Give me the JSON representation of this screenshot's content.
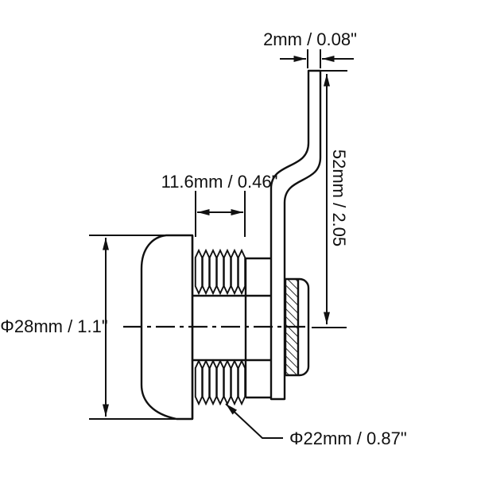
{
  "drawing": {
    "kind": "cam-lock-dimensional-diagram",
    "colors": {
      "ink": "#111111",
      "background": "#ffffff"
    },
    "dimensions": {
      "cam_thickness": {
        "label": "2mm / 0.08\""
      },
      "cam_height": {
        "label": "52mm / 2.05"
      },
      "thread_length": {
        "label": "11.6mm / 0.46\""
      },
      "head_diameter": {
        "label": "Φ28mm / 1.1\""
      },
      "thread_diameter": {
        "label": "Φ22mm / 0.87\""
      }
    }
  }
}
